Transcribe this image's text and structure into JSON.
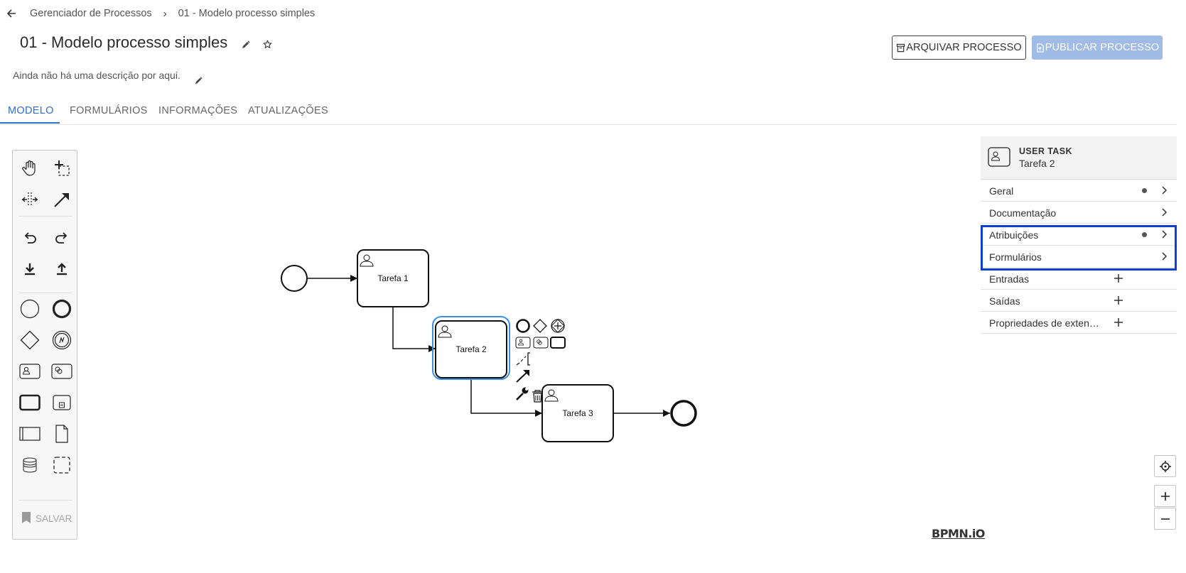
{
  "breadcrumb": {
    "items": [
      "Gerenciador de Processos",
      "01 - Modelo processo simples"
    ],
    "separator": "›"
  },
  "header": {
    "title": "01 - Modelo processo simples",
    "description": "Ainda não há uma descrição por aqui.",
    "archive_label": "ARQUIVAR PROCESSO",
    "publish_label": "PUBLICAR PROCESSO"
  },
  "tabs": [
    {
      "label": "MODELO",
      "active": true
    },
    {
      "label": "FORMULÁRIOS",
      "active": false
    },
    {
      "label": "INFORMAÇÕES",
      "active": false
    },
    {
      "label": "ATUALIZAÇÕES",
      "active": false
    }
  ],
  "palette": {
    "tools": [
      "hand-tool",
      "lasso-tool",
      "space-tool",
      "connect-tool",
      "undo",
      "redo",
      "download",
      "upload",
      "start-event",
      "end-event",
      "gateway",
      "intermediate-event",
      "user-task",
      "service-task",
      "task",
      "subprocess",
      "pool",
      "data-object",
      "data-store",
      "group"
    ],
    "save_label": "SALVAR"
  },
  "diagram": {
    "tasks": [
      {
        "id": "task1",
        "label": "Tarefa 1",
        "type": "user-task",
        "selected": false
      },
      {
        "id": "task2",
        "label": "Tarefa 2",
        "type": "user-task",
        "selected": true
      },
      {
        "id": "task3",
        "label": "Tarefa 3",
        "type": "user-task",
        "selected": false
      }
    ],
    "events": [
      {
        "id": "start",
        "type": "start-event"
      },
      {
        "id": "end",
        "type": "end-event"
      }
    ],
    "selection_color": "#3c8fdf"
  },
  "properties": {
    "element_type": "USER TASK",
    "element_name": "Tarefa 2",
    "groups": [
      {
        "label": "Geral",
        "has_data": true,
        "action": "expand"
      },
      {
        "label": "Documentação",
        "has_data": false,
        "action": "expand"
      },
      {
        "label": "Atribuições",
        "has_data": true,
        "action": "expand",
        "highlighted": true
      },
      {
        "label": "Formulários",
        "has_data": false,
        "action": "expand",
        "highlighted": true
      },
      {
        "label": "Entradas",
        "has_data": false,
        "action": "add"
      },
      {
        "label": "Saídas",
        "has_data": false,
        "action": "add"
      },
      {
        "label": "Propriedades de extensão",
        "has_data": false,
        "action": "add"
      }
    ]
  },
  "zoom": {
    "controls": [
      "reset-view",
      "zoom-in",
      "zoom-out"
    ]
  },
  "branding": {
    "logo": "BPMN.iO"
  },
  "colors": {
    "accent": "#2d6fc4",
    "publish_disabled": "#9fbbe6",
    "highlight": "#0f3fd0"
  }
}
